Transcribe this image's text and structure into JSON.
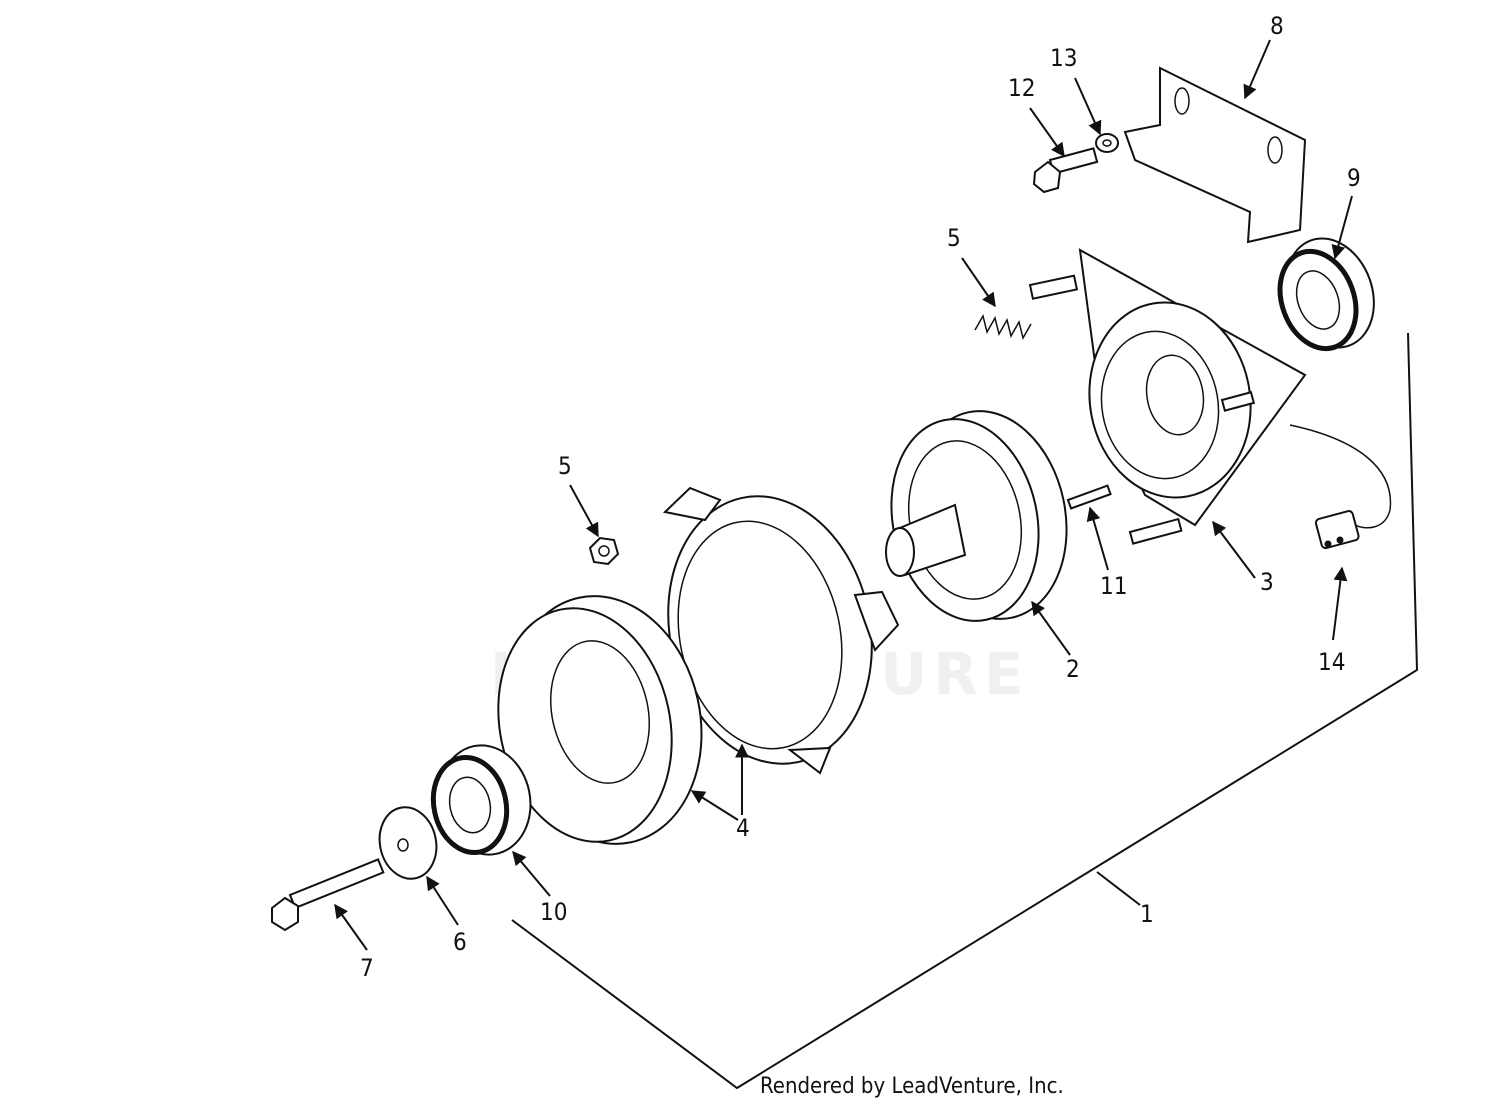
{
  "callouts": [
    {
      "id": "c1",
      "label": "1"
    },
    {
      "id": "c2",
      "label": "2"
    },
    {
      "id": "c3",
      "label": "3"
    },
    {
      "id": "c4a",
      "label": "4"
    },
    {
      "id": "c5a",
      "label": "5"
    },
    {
      "id": "c5b",
      "label": "5"
    },
    {
      "id": "c6",
      "label": "6"
    },
    {
      "id": "c7",
      "label": "7"
    },
    {
      "id": "c8",
      "label": "8"
    },
    {
      "id": "c9",
      "label": "9"
    },
    {
      "id": "c10",
      "label": "10"
    },
    {
      "id": "c11",
      "label": "11"
    },
    {
      "id": "c12",
      "label": "12"
    },
    {
      "id": "c13",
      "label": "13"
    },
    {
      "id": "c14",
      "label": "14"
    }
  ],
  "footer": "Rendered by LeadVenture, Inc.",
  "watermark": "LEADVENTURE"
}
